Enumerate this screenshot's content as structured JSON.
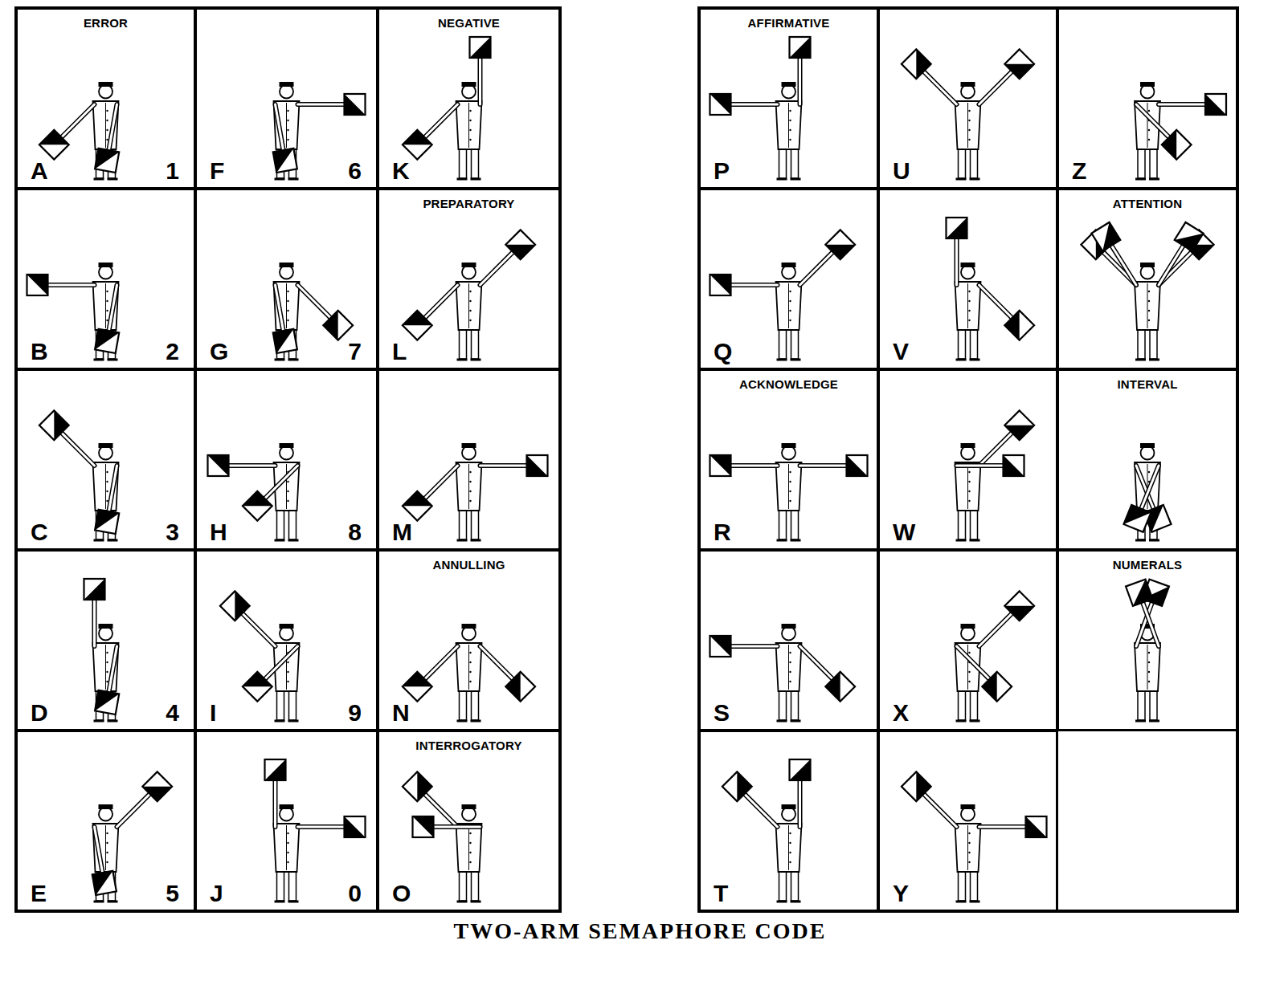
{
  "diagram": {
    "caption": "TWO-ARM SEMAPHORE CODE",
    "nodes": [
      {
        "text": [
          "ERROR",
          "A",
          "1"
        ]
      },
      {
        "text": [
          "B",
          "2"
        ]
      },
      {
        "text": [
          "C",
          "3"
        ]
      },
      {
        "text": [
          "D",
          "4"
        ]
      },
      {
        "text": [
          "E",
          "5"
        ]
      },
      {
        "text": [
          "F",
          "6"
        ]
      },
      {
        "text": [
          "G",
          "7"
        ]
      },
      {
        "text": [
          "H",
          "8"
        ]
      },
      {
        "text": [
          "I",
          "9"
        ]
      },
      {
        "text": [
          "J",
          "0"
        ]
      },
      {
        "text": [
          "NEGATIVE",
          "K"
        ]
      },
      {
        "text": [
          "PREPARATORY",
          "L"
        ]
      },
      {
        "text": [
          "M"
        ]
      },
      {
        "text": [
          "ANNULLING",
          "N"
        ]
      },
      {
        "text": [
          "INTERROGATORY",
          "O"
        ]
      },
      {
        "text": [
          "AFFIRMATIVE",
          "P"
        ]
      },
      {
        "text": [
          "Q"
        ]
      },
      {
        "text": [
          "ACKNOWLEDGE",
          "R"
        ]
      },
      {
        "text": [
          "S"
        ]
      },
      {
        "text": [
          "T"
        ]
      },
      {
        "text": [
          "U"
        ]
      },
      {
        "text": [
          "V"
        ]
      },
      {
        "text": [
          "W"
        ]
      },
      {
        "text": [
          "X"
        ]
      },
      {
        "text": [
          "Y"
        ]
      },
      {
        "text": [
          "Z"
        ]
      },
      {
        "text": [
          "ATTENTION"
        ]
      },
      {
        "text": [
          "INTERVAL"
        ]
      },
      {
        "text": [
          "NUMERALS"
        ]
      }
    ]
  }
}
